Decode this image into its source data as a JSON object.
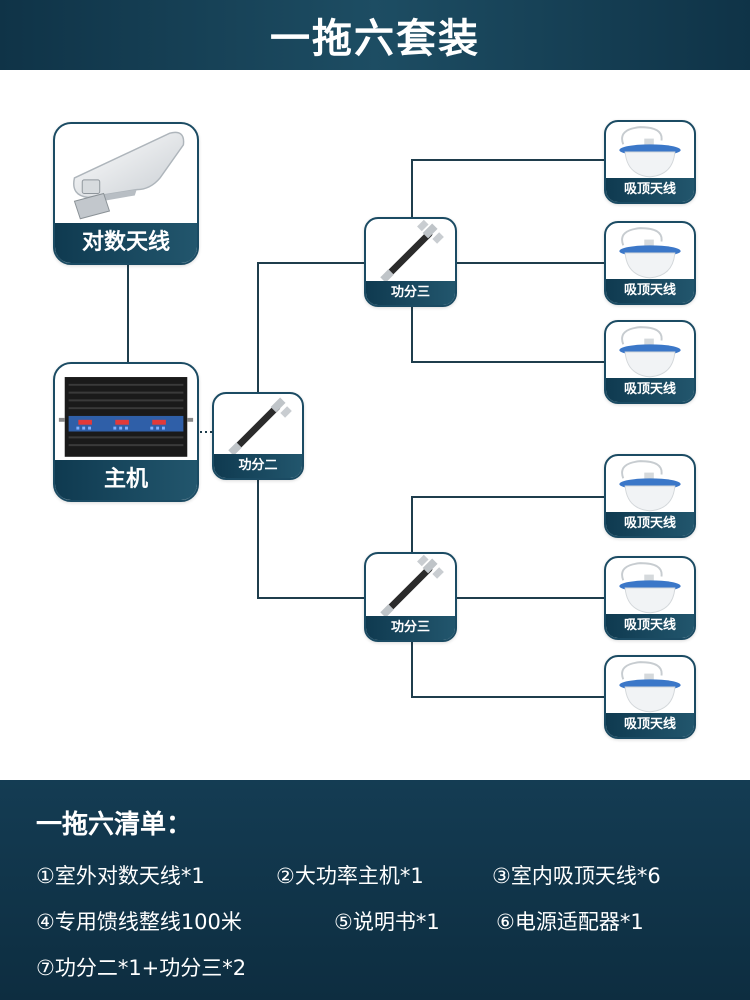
{
  "header": {
    "title": "一拖六套装"
  },
  "diagram": {
    "log_antenna": "对数天线",
    "host": "主机",
    "splitter2": "功分二",
    "splitter3_top": "功分三",
    "splitter3_bottom": "功分三",
    "ceiling_antennas": [
      "吸顶天线",
      "吸顶天线",
      "吸顶天线",
      "吸顶天线",
      "吸顶天线",
      "吸顶天线"
    ]
  },
  "checklist": {
    "title": "一拖六清单：",
    "items": [
      "①室外对数天线*1",
      "②大功率主机*1",
      "③室内吸顶天线*6",
      "④专用馈线整线100米",
      "⑤说明书*1",
      "⑥电源适配器*1",
      "⑦功分二*1+功分三*2"
    ]
  },
  "colors": {
    "header_bg": "#1d4d63",
    "caption_bg": "#0f3a50",
    "line": "#1f3d4c",
    "antenna_blue": "#3b77c8"
  }
}
